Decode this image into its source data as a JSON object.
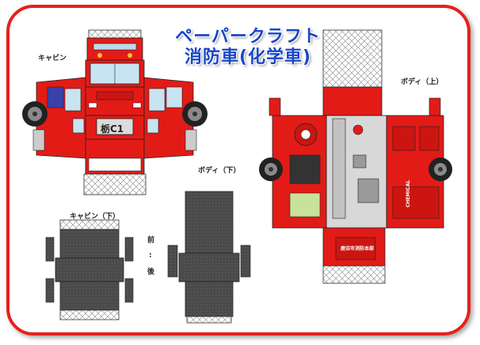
{
  "title": {
    "line1": "ペーパークラフト",
    "line2": "消防車(化学車)"
  },
  "labels": {
    "cabin": "キャビン",
    "cabin_bottom": "キャビン（下）",
    "body_bottom": "ボディ（下）",
    "body_top": "ボディ（上）",
    "front": "前",
    "rear": "後",
    "plate": "栃C1",
    "unit_name": "鹿沼市消防本部",
    "side_text": "CHEMICAL"
  },
  "colors": {
    "frame": "#e8201c",
    "title": "#1a46c8",
    "body_red": "#e31b17",
    "dark_panel": "#555555",
    "tire": "#222222"
  }
}
